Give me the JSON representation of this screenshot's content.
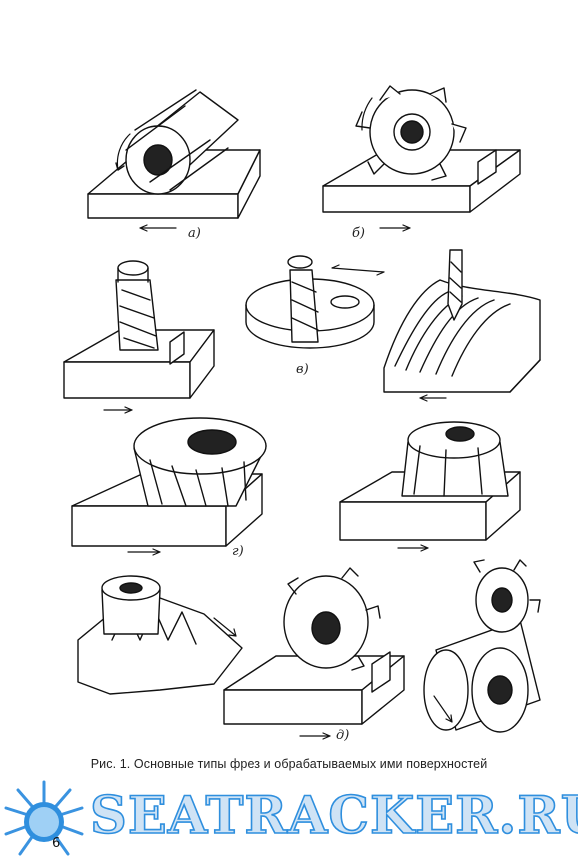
{
  "figure": {
    "labels": {
      "a": "а)",
      "b": "б)",
      "v": "в)",
      "g": "г)",
      "d": "д)"
    },
    "caption": "Рис. 1. Основные типы фрез и обрабатываемых ими поверхностей"
  },
  "watermark": {
    "text": "SEATRACKER.RU",
    "logo_icon": "sun-logo-icon"
  },
  "page_number": "6"
}
